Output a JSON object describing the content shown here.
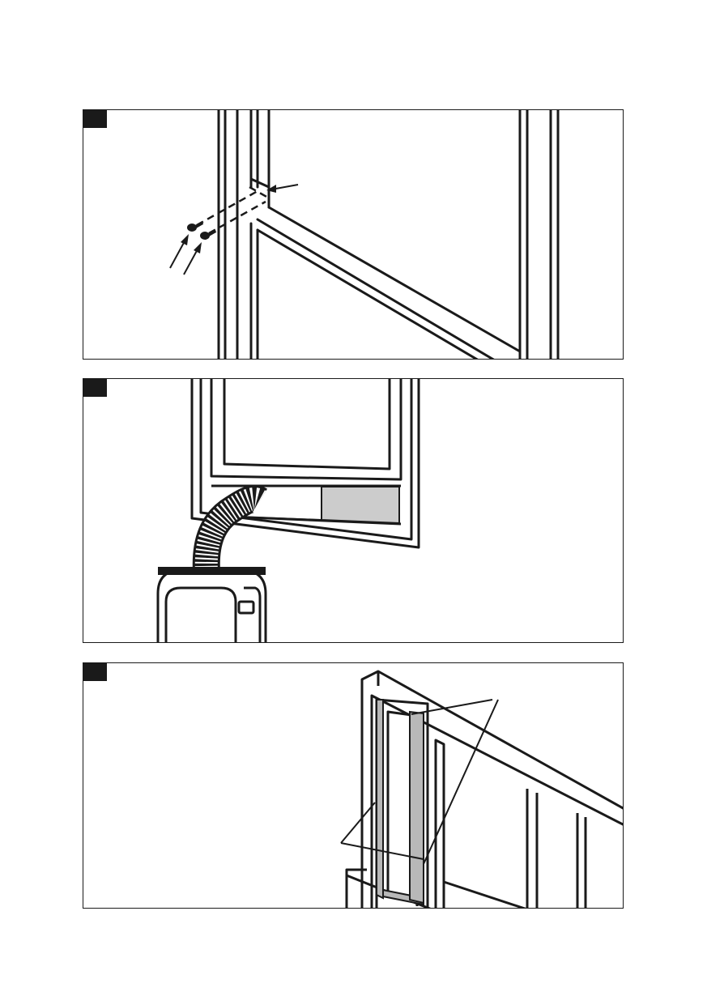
{
  "document": {
    "figures": [
      {
        "id": "figure-1",
        "number": "",
        "depicts": "screws-arrows-icon"
      },
      {
        "id": "figure-2",
        "number": "",
        "depicts": "hose-icon"
      },
      {
        "id": "figure-3",
        "number": "",
        "depicts": "seal-icon"
      }
    ]
  },
  "colors": {
    "line": "#1a1a1a",
    "panel_fill": "#cccccc",
    "seal_fill": "#b8b8b8"
  }
}
